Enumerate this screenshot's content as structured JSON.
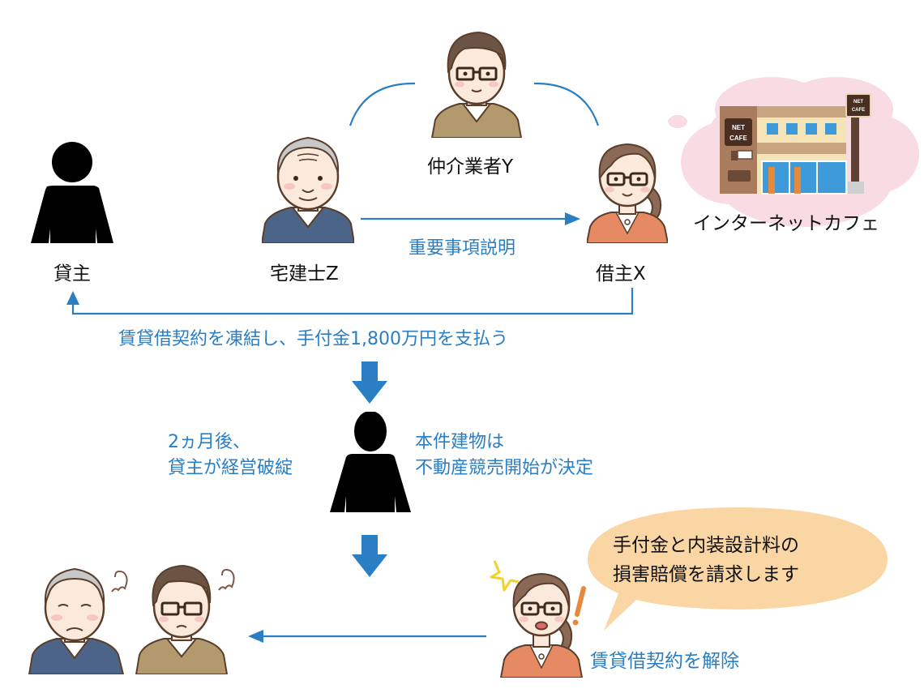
{
  "colors": {
    "accent_blue": "#2a7fc4",
    "silhouette": "#000000",
    "speech_bubble": "#f9d6a4",
    "thought_cloud": "#f9dbe4",
    "jacket_navy": "#4d6489",
    "jacket_tan": "#b39a6e",
    "cardigan_orange": "#e58a63"
  },
  "people": {
    "lessor": "貸主",
    "broker_y": "仲介業者Y",
    "agent_z": "宅建士Z",
    "lessee_x": "借主X"
  },
  "thought": {
    "caption": "インターネットカフェ",
    "sign_main": [
      "NET",
      "CAFE"
    ],
    "sign_pole": [
      "NET",
      "CAFE"
    ]
  },
  "arrows": {
    "explanation": "重要事項説明",
    "contract": "賃貸借契約を凍結し、手付金1,800万円を支払う"
  },
  "middle": {
    "left_lines": [
      "2ヵ月後、",
      "貸主が経営破綻"
    ],
    "right_lines": [
      "本件建物は",
      "不動産競売開始が決定"
    ]
  },
  "bottom": {
    "speech_lines": [
      "手付金と内装設計料の",
      "損害賠償を請求します"
    ],
    "cancel_label": "賃貸借契約を解除"
  }
}
